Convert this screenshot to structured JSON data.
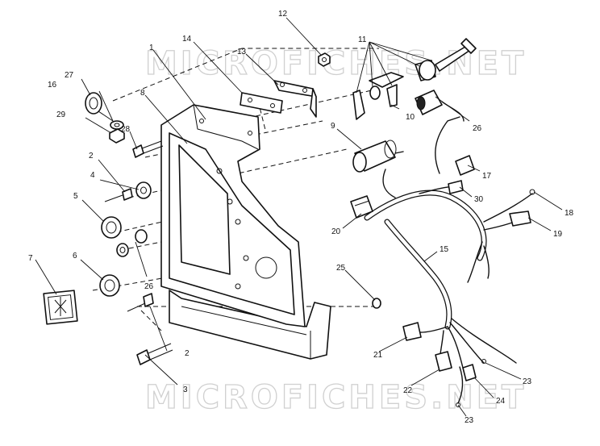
{
  "watermark": {
    "top": "MICROFICHES.NET",
    "bottom": "MICROFICHES.NET"
  },
  "callouts": [
    {
      "id": "c1",
      "text": "1"
    },
    {
      "id": "c2a",
      "text": "2"
    },
    {
      "id": "c2b",
      "text": "2"
    },
    {
      "id": "c3",
      "text": "3"
    },
    {
      "id": "c4",
      "text": "4"
    },
    {
      "id": "c5",
      "text": "5"
    },
    {
      "id": "c6",
      "text": "6"
    },
    {
      "id": "c7",
      "text": "7"
    },
    {
      "id": "c8",
      "text": "8"
    },
    {
      "id": "c9",
      "text": "9"
    },
    {
      "id": "c10",
      "text": "10"
    },
    {
      "id": "c11",
      "text": "11"
    },
    {
      "id": "c12",
      "text": "12"
    },
    {
      "id": "c13",
      "text": "13"
    },
    {
      "id": "c14",
      "text": "14"
    },
    {
      "id": "c15",
      "text": "15"
    },
    {
      "id": "c16",
      "text": "16"
    },
    {
      "id": "c17",
      "text": "17"
    },
    {
      "id": "c18",
      "text": "18"
    },
    {
      "id": "c19",
      "text": "19"
    },
    {
      "id": "c20",
      "text": "20"
    },
    {
      "id": "c21",
      "text": "21"
    },
    {
      "id": "c22",
      "text": "22"
    },
    {
      "id": "c23a",
      "text": "23"
    },
    {
      "id": "c23b",
      "text": "23"
    },
    {
      "id": "c24",
      "text": "24"
    },
    {
      "id": "c25",
      "text": "25"
    },
    {
      "id": "c26a",
      "text": "26"
    },
    {
      "id": "c26b",
      "text": "26"
    },
    {
      "id": "c27",
      "text": "27"
    },
    {
      "id": "c28",
      "text": "28"
    },
    {
      "id": "c29",
      "text": "29"
    },
    {
      "id": "c30",
      "text": "30"
    }
  ]
}
